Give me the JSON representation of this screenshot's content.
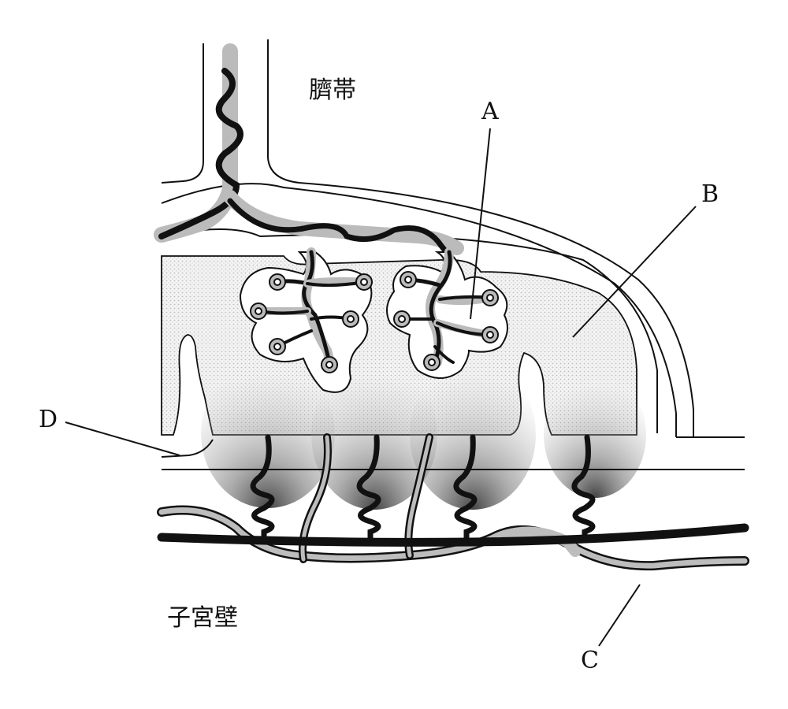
{
  "labels": {
    "umbilical_cord": "臍帯",
    "uterine_wall": "子宮壁",
    "a": "A",
    "b": "B",
    "c": "C",
    "d": "D"
  },
  "colors": {
    "ink": "#111111",
    "vessel_gray": "#b8b8b8",
    "tissue_dots": "#d9d9d9"
  }
}
